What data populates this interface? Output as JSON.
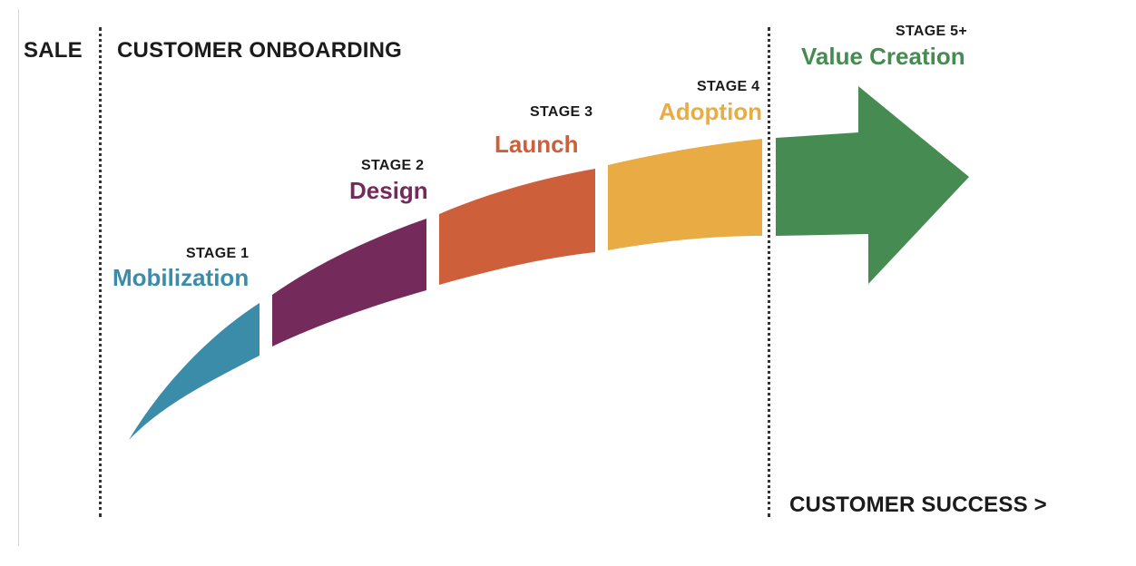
{
  "headers": {
    "sale": "SALE",
    "onboarding": "CUSTOMER ONBOARDING",
    "success": "CUSTOMER SUCCESS >"
  },
  "stages": [
    {
      "number": "STAGE 1",
      "name": "Mobilization",
      "color": "#3a8ca8"
    },
    {
      "number": "STAGE 2",
      "name": "Design",
      "color": "#742a5a"
    },
    {
      "number": "STAGE 3",
      "name": "Launch",
      "color": "#cd5f3b"
    },
    {
      "number": "STAGE 4",
      "name": "Adoption",
      "color": "#e9ac45"
    },
    {
      "number": "STAGE 5+",
      "name": "Value Creation",
      "color": "#458b52"
    }
  ]
}
